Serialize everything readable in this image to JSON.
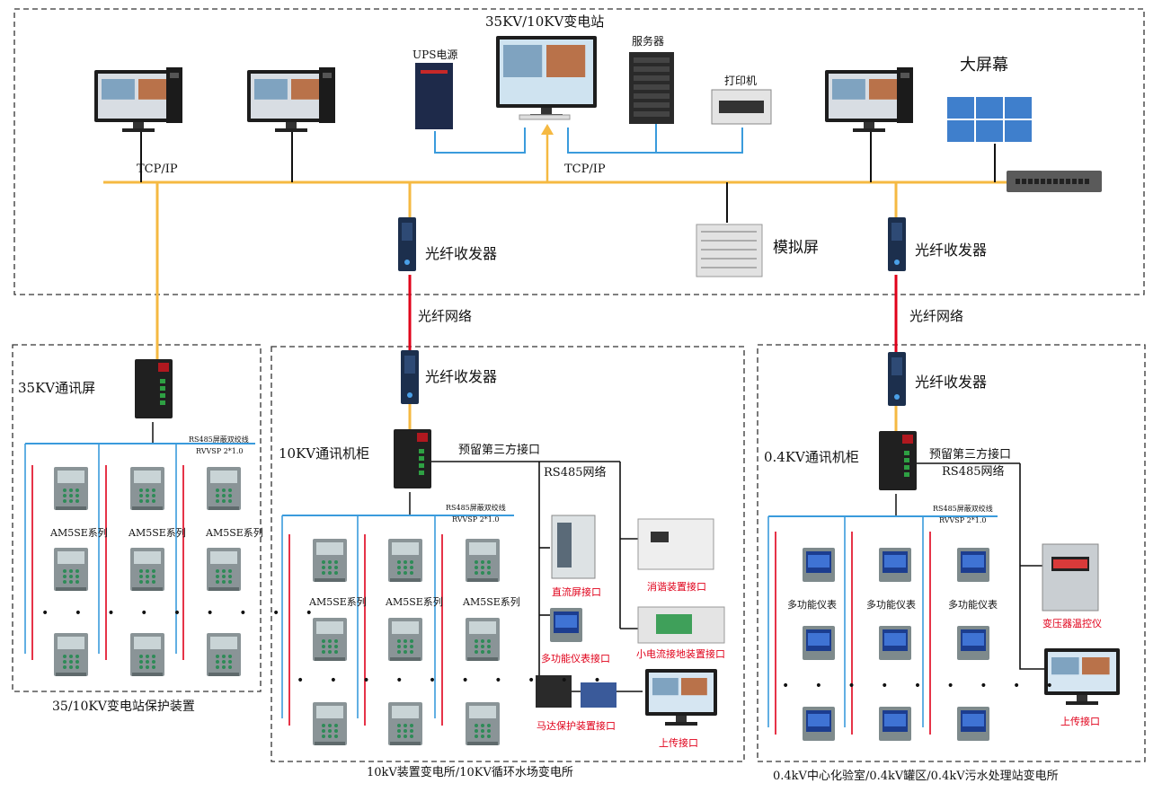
{
  "station": {
    "title": "35KV/10KV变电站",
    "tcp_left": "TCP/IP",
    "tcp_mid": "TCP/IP",
    "ups": "UPS电源",
    "server": "服务器",
    "printer": "打印机",
    "big_screen": "大屏幕",
    "sim_screen": "模拟屏",
    "fiber_tx_center": "光纤收发器",
    "fiber_tx_right": "光纤收发器"
  },
  "links": {
    "fiber_net_center": "光纤网络",
    "fiber_net_right": "光纤网络"
  },
  "left_panel": {
    "title": "35KV通讯屏",
    "cable_line1": "RS485屏蔽双绞线",
    "cable_line2": "RVVSP 2*1.0",
    "series_labels": [
      "AM5SE系列",
      "AM5SE系列",
      "AM5SE系列"
    ],
    "dots": "• • • • • • • • •",
    "caption": "35/10KV变电站保护装置"
  },
  "mid_panel": {
    "fiber_tx": "光纤收发器",
    "title": "10KV通讯机柜",
    "reserved": "预留第三方接口",
    "rs485": "RS485网络",
    "cable_line1": "RS485屏蔽双绞线",
    "cable_line2": "RVVSP 2*1.0",
    "series_labels": [
      "AM5SE系列",
      "AM5SE系列",
      "AM5SE系列"
    ],
    "dots": "• • • • • • • • • •",
    "iface_dc": "直流屏接口",
    "iface_fire": "消谐装置接口",
    "iface_meter": "多功能仪表接口",
    "iface_ground": "小电流接地装置接口",
    "iface_motor": "马达保护装置接口",
    "iface_upload": "上传接口",
    "caption": "10kV装置变电所/10KV循环水场变电所"
  },
  "right_panel": {
    "fiber_tx": "光纤收发器",
    "title": "0.4KV通讯机柜",
    "reserved": "预留第三方接口",
    "rs485": "RS485网络",
    "cable_line1": "RS485屏蔽双绞线",
    "cable_line2": "RVVSP 2*1.0",
    "meter_labels": [
      "多功能仪表",
      "多功能仪表",
      "多功能仪表"
    ],
    "dots": "• • • • • • • • •",
    "temp_ctrl": "变压器温控仪",
    "upload": "上传接口",
    "caption": "0.4kV中心化验室/0.4kV罐区/0.4kV污水处理站变电所"
  },
  "colors": {
    "bus": "#f5b942",
    "fiber": "#e0001a",
    "rs485": "#3a9bdc",
    "device": "#7e8a8c"
  }
}
